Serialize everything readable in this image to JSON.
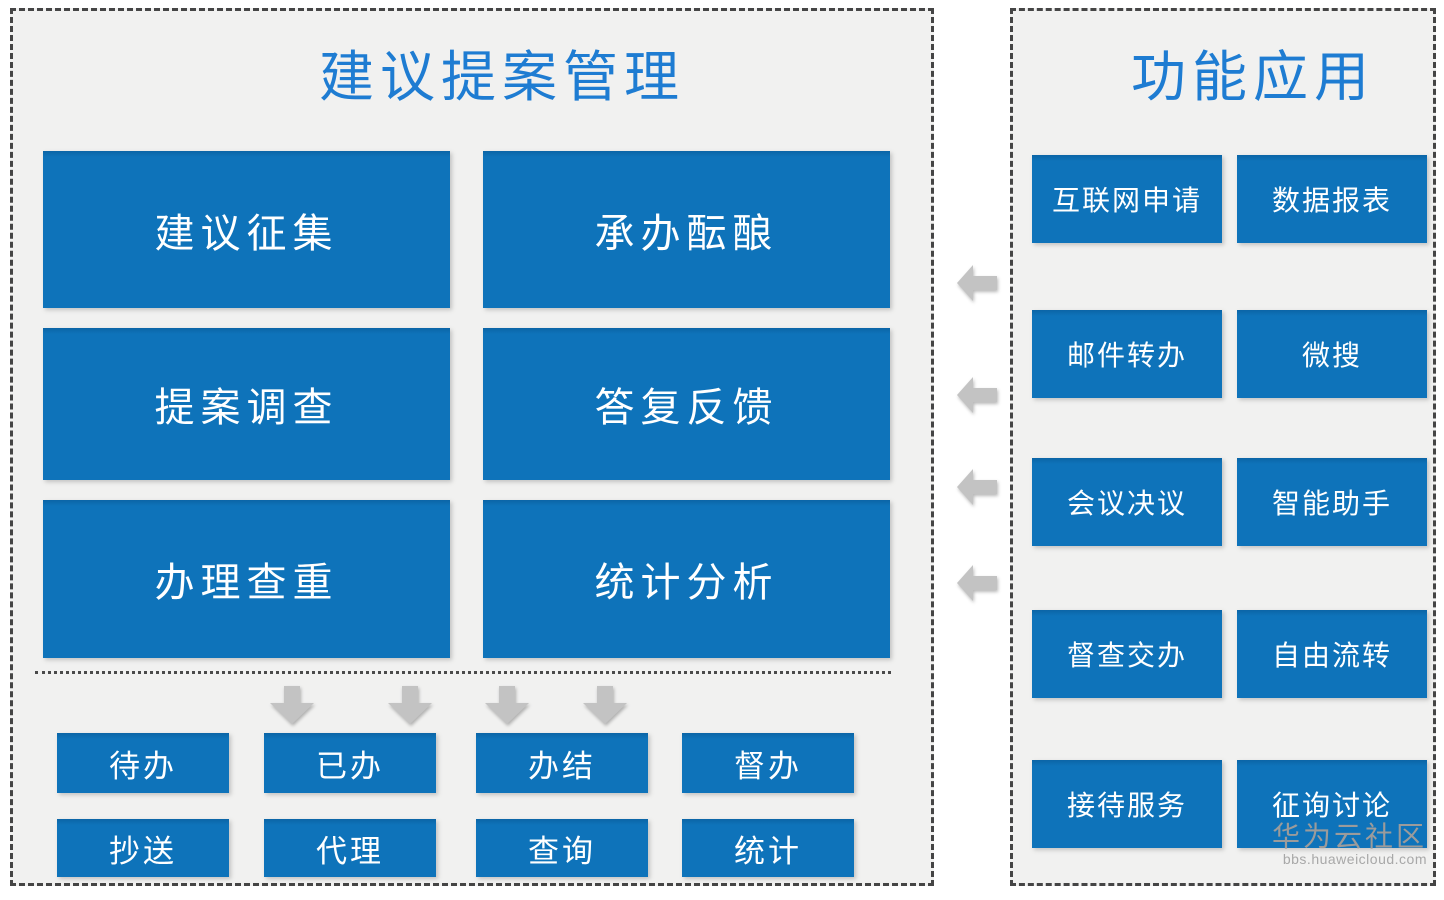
{
  "colors": {
    "box_blue": "#0e73ba",
    "title_blue": "#1e7cd2",
    "panel_bg": "#f1f1f0",
    "arrow_gray": "#c3c3c3",
    "border_dark": "#454545"
  },
  "left_panel": {
    "title": "建议提案管理",
    "main_boxes": [
      "建议征集",
      "承办酝酿",
      "提案调查",
      "答复反馈",
      "办理查重",
      "统计分析"
    ],
    "small_row1": [
      "待办",
      "已办",
      "办结",
      "督办"
    ],
    "small_row2": [
      "抄送",
      "代理",
      "查询",
      "统计"
    ]
  },
  "right_panel": {
    "title": "功能应用",
    "boxes": [
      "互联网申请",
      "数据报表",
      "邮件转办",
      "微搜",
      "会议决议",
      "智能助手",
      "督查交办",
      "自由流转",
      "接待服务",
      "征询讨论"
    ]
  },
  "icons": {
    "down_arrow": "block-arrow-down",
    "left_arrow": "block-arrow-left"
  },
  "watermark": {
    "line1": "华为云社区",
    "line2": "bbs.huaweicloud.com"
  }
}
